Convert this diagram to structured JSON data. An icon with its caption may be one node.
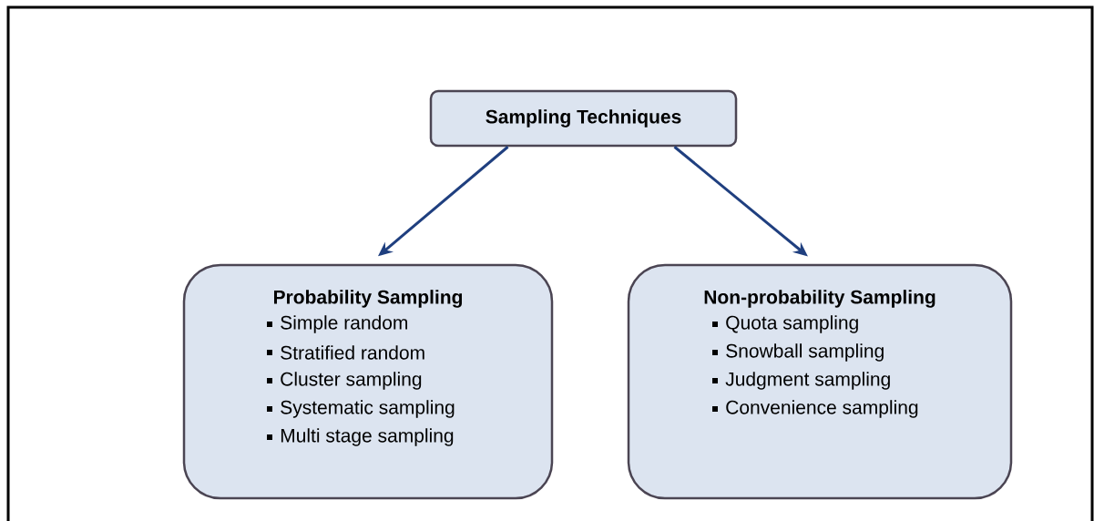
{
  "diagram": {
    "nodes": [
      {
        "text": [
          "Sampling Techniques"
        ]
      },
      {
        "text": [
          "Probability Sampling",
          "Simple random",
          "Stratified random",
          "Cluster sampling",
          "Systematic sampling",
          "Multi stage sampling"
        ]
      },
      {
        "text": [
          "Non-probability Sampling",
          "Quota sampling",
          "Snowball sampling",
          "Judgment sampling",
          "Convenience sampling"
        ]
      }
    ],
    "edges": [
      {
        "from": 0,
        "to": 1,
        "arrow": "to"
      },
      {
        "from": 0,
        "to": 2,
        "arrow": "to"
      }
    ]
  }
}
